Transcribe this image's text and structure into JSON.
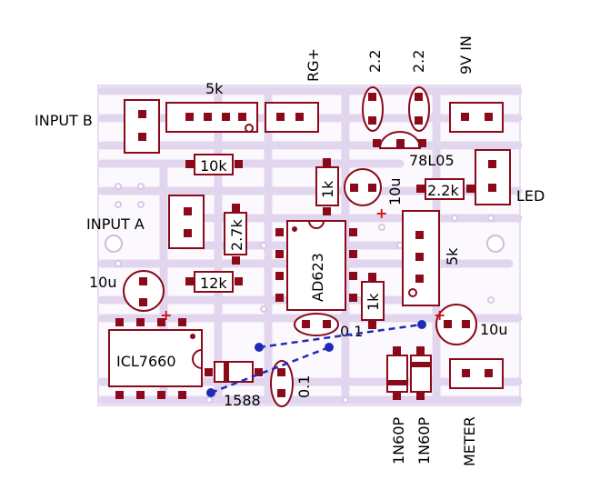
{
  "board": {
    "input_b": "INPUT B",
    "input_a": "INPUT A",
    "rg_plus": "RG+",
    "nine_v_in": "9V IN",
    "led": "LED",
    "meter": "METER",
    "pot_top": "5k",
    "pot_right": "5k",
    "r_10k": "10k",
    "r_2_7k": "2.7k",
    "r_12k": "12k",
    "r_1k_top": "1k",
    "r_1k_bottom": "1k",
    "r_2_2k": "2.2k",
    "cap_2_2_a": "2.2",
    "cap_2_2_b": "2.2",
    "cap_10u_left": "10u",
    "cap_10u_center": "10u",
    "cap_10u_right": "10u",
    "cap_0_1_a": "0.1",
    "cap_0_1_b": "0.1",
    "reg": "78L05",
    "ic_amp": "AD623",
    "ic_conv": "ICL7660",
    "diode_1588": "1588",
    "diode_a": "1N60P",
    "diode_b": "1N60P",
    "plus_sign": "+"
  },
  "colors": {
    "component": "#8b0a1a",
    "strip": "#e2d6ee",
    "wire": "#1f2bb8",
    "polarity": "#d0101a"
  }
}
